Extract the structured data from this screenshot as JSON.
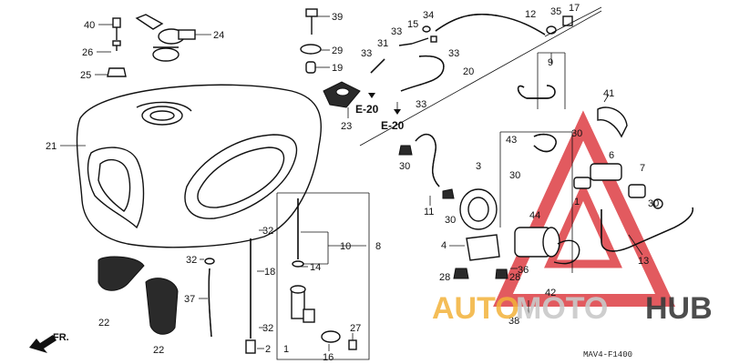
{
  "labels": {
    "n40": "40",
    "n24": "24",
    "n26": "26",
    "n25": "25",
    "n39": "39",
    "n29": "29",
    "n19": "19",
    "n23": "23",
    "n21": "21",
    "n33a": "33",
    "n31": "31",
    "n33b": "33",
    "n15": "15",
    "n34": "34",
    "n12": "12",
    "n35": "35",
    "n17": "17",
    "n33c": "33",
    "n20": "20",
    "n33d": "33",
    "n9": "9",
    "n41": "41",
    "n43": "43",
    "n30a": "30",
    "n6": "6",
    "n30b": "30",
    "n3": "3",
    "n30c": "30",
    "n7": "7",
    "n30d": "30",
    "n11": "11",
    "n1": "1",
    "n44": "44",
    "n4": "4",
    "n13": "13",
    "n36": "36",
    "n28a": "28",
    "n28b": "28",
    "n42": "42",
    "n38": "38",
    "n32a": "32",
    "n18": "18",
    "n10": "10",
    "n14": "14",
    "n8": "8",
    "n32b": "32",
    "n37": "37",
    "n32c": "32",
    "n22a": "22",
    "n22b": "22",
    "n2": "2",
    "n27": "27",
    "n16": "16"
  },
  "refs": {
    "e20a": "E-20",
    "e20b": "E-20"
  },
  "front_marker": "FR.",
  "diagram_code": "MAV4-F1400",
  "watermark": {
    "auto": "AUTO",
    "moto": "MOTO",
    "hub": "HUB"
  },
  "colors": {
    "watermark_red": "#d9242a",
    "watermark_orange": "#f3b23a"
  }
}
